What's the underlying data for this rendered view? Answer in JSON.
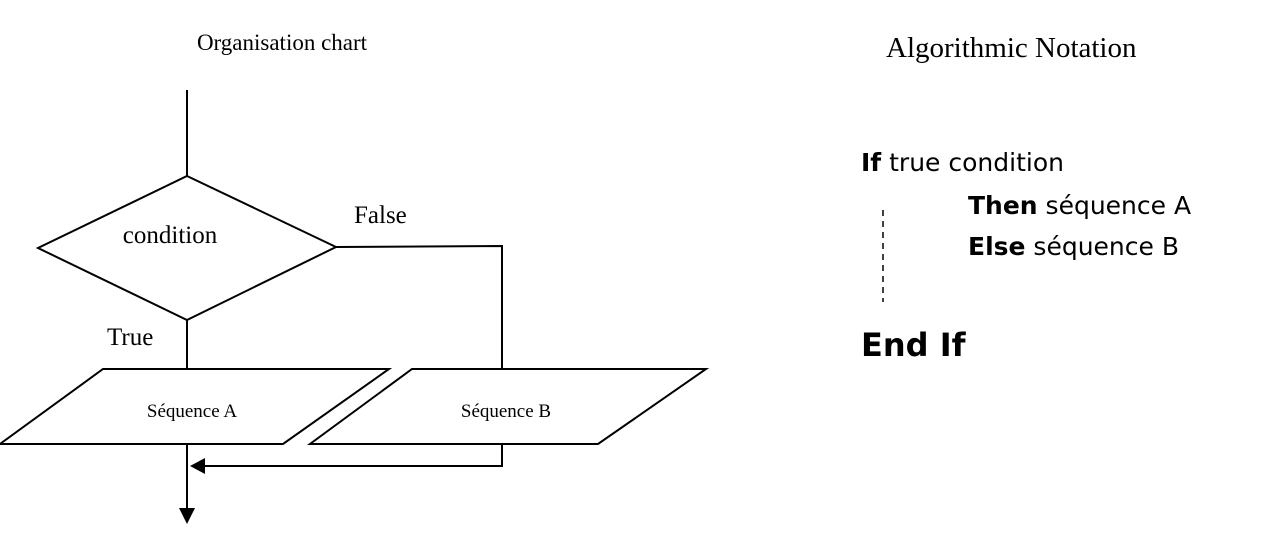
{
  "flowchart": {
    "title": "Organisation chart",
    "condition": "condition",
    "false_label": "False",
    "true_label": "True",
    "sequence_a": "Séquence A",
    "sequence_b": "Séquence B"
  },
  "notation": {
    "title": "Algorithmic Notation",
    "if_kw": "If",
    "if_text": " true condition",
    "then_kw": "Then",
    "then_text": " séquence A",
    "else_kw": "Else",
    "else_text": " séquence B",
    "end_if": "End If"
  }
}
